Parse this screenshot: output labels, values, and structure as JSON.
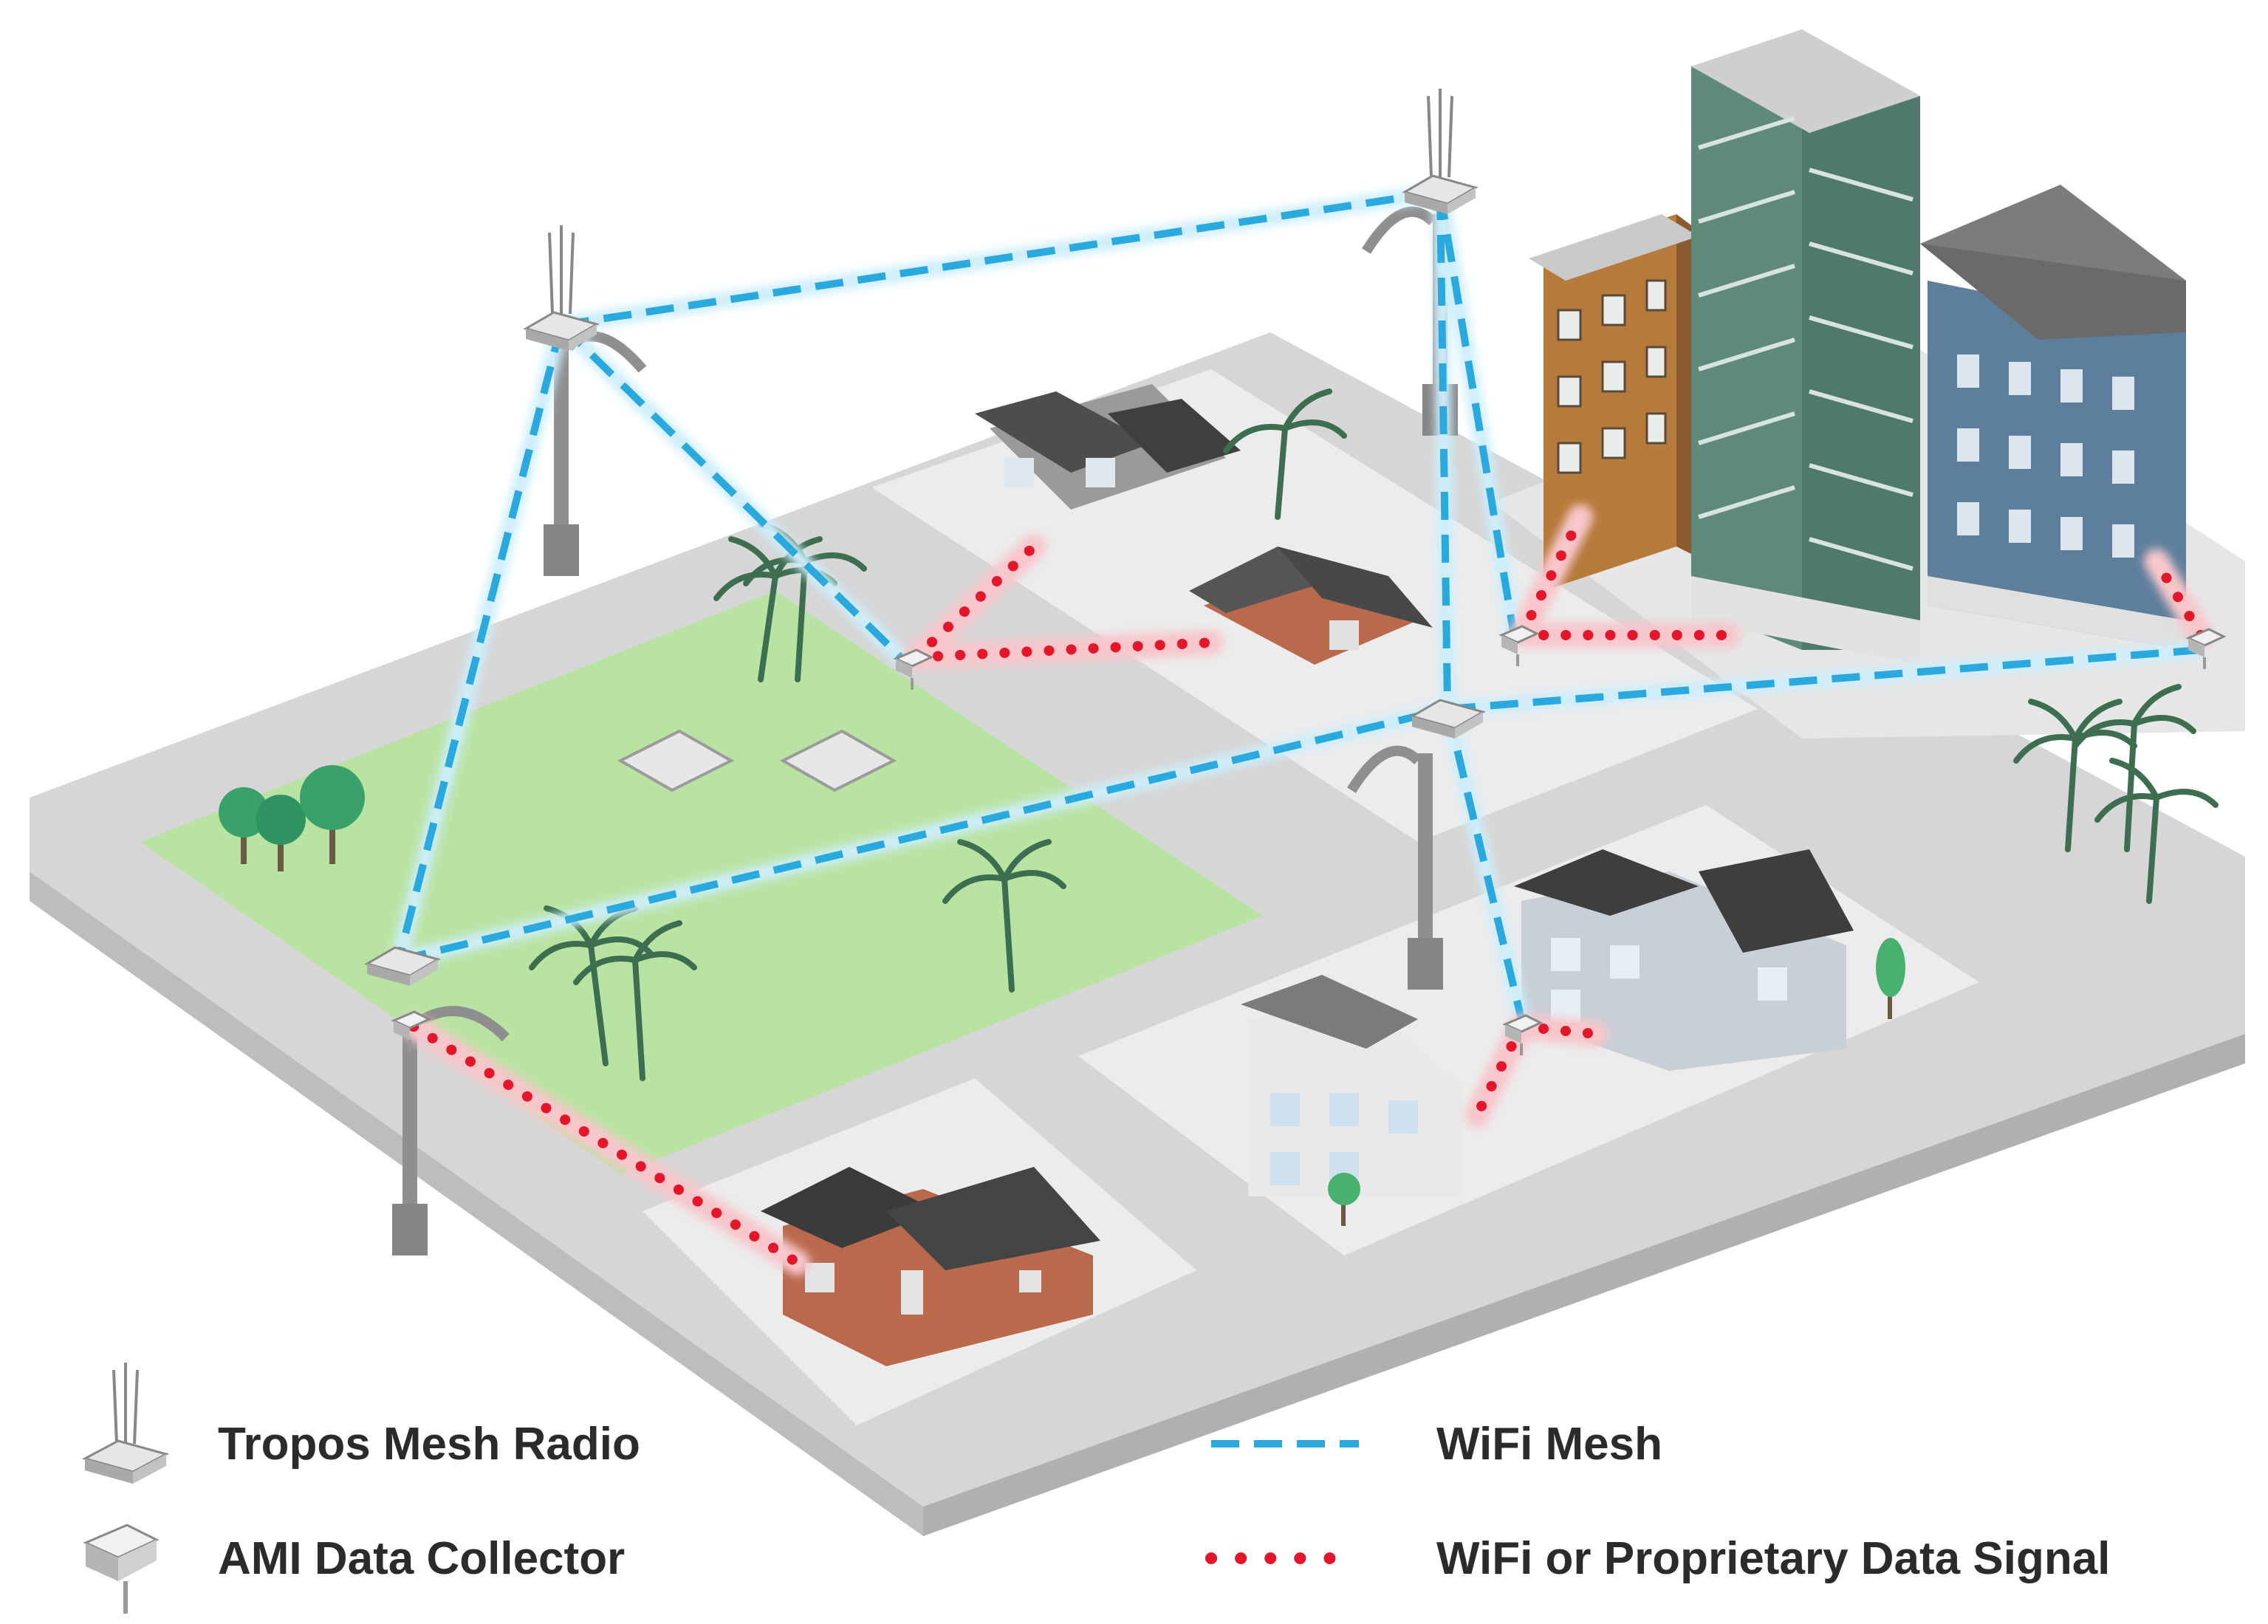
{
  "legend": {
    "mesh_radio": "Tropos Mesh Radio",
    "data_collector": "AMI Data Collector",
    "wifi_mesh": "WiFi Mesh",
    "data_signal": "WiFi or Proprietary Data Signal"
  },
  "colors": {
    "ground": "#dcdcdc",
    "road": "#c9c9c9",
    "lot": "#ececec",
    "park": "#b8e2a2",
    "mesh_line": "#2aa9df",
    "mesh_glow": "#cdeefb",
    "signal_dot": "#e4162a",
    "signal_glow": "#f8c6cb",
    "brick": "#b96a4c",
    "pole": "#8f8f8f",
    "tree": "#2e8b57",
    "palm": "#3c6e4f"
  },
  "icons": {
    "mesh_radio": "tropos-mesh-radio-icon",
    "data_collector": "ami-data-collector-icon"
  }
}
